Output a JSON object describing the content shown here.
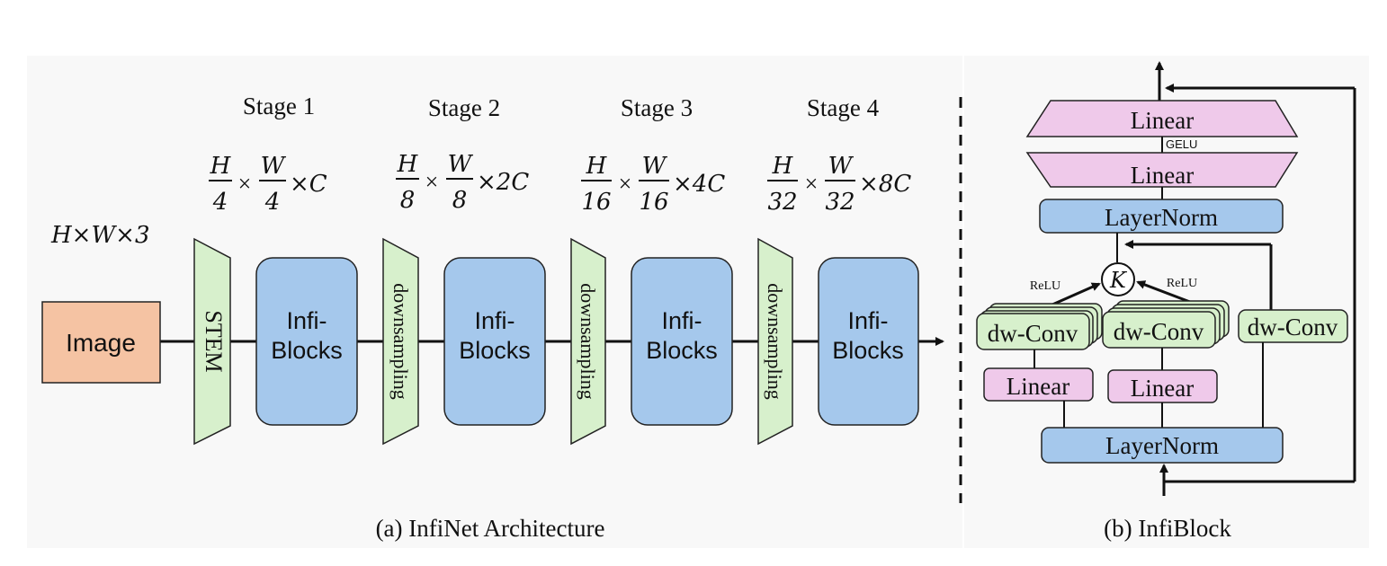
{
  "input": {
    "label": "Image",
    "size": "H×W×3"
  },
  "stem_label": "STEM",
  "downsampling_label": "downsampling",
  "stages": [
    {
      "title": "Stage 1",
      "h_den": "4",
      "w_den": "4",
      "channels": "×C",
      "block": [
        "Infi-",
        "Blocks"
      ]
    },
    {
      "title": "Stage 2",
      "h_den": "8",
      "w_den": "8",
      "channels": "×2C",
      "block": [
        "Infi-",
        "Blocks"
      ]
    },
    {
      "title": "Stage 3",
      "h_den": "16",
      "w_den": "16",
      "channels": "×4C",
      "block": [
        "Infi-",
        "Blocks"
      ]
    },
    {
      "title": "Stage 4",
      "h_den": "32",
      "w_den": "32",
      "channels": "×8C",
      "block": [
        "Infi-",
        "Blocks"
      ]
    }
  ],
  "fraction": {
    "h_num": "H",
    "w_num": "W",
    "times": "×"
  },
  "infiblock": {
    "linear_top": "Linear",
    "gelu": "GELU",
    "linear_mid": "Linear",
    "layernorm_top": "LayerNorm",
    "k_node": "K",
    "relu_left": "ReLU",
    "relu_right": "ReLU",
    "dwconv_left": "dw-Conv",
    "dwconv_mid": "dw-Conv",
    "dwconv_right": "dw-Conv",
    "linear_left": "Linear",
    "linear_right": "Linear",
    "layernorm_bottom": "LayerNorm"
  },
  "captions": {
    "left": "(a) InfiNet Architecture",
    "right": "(b) InfiBlock"
  }
}
